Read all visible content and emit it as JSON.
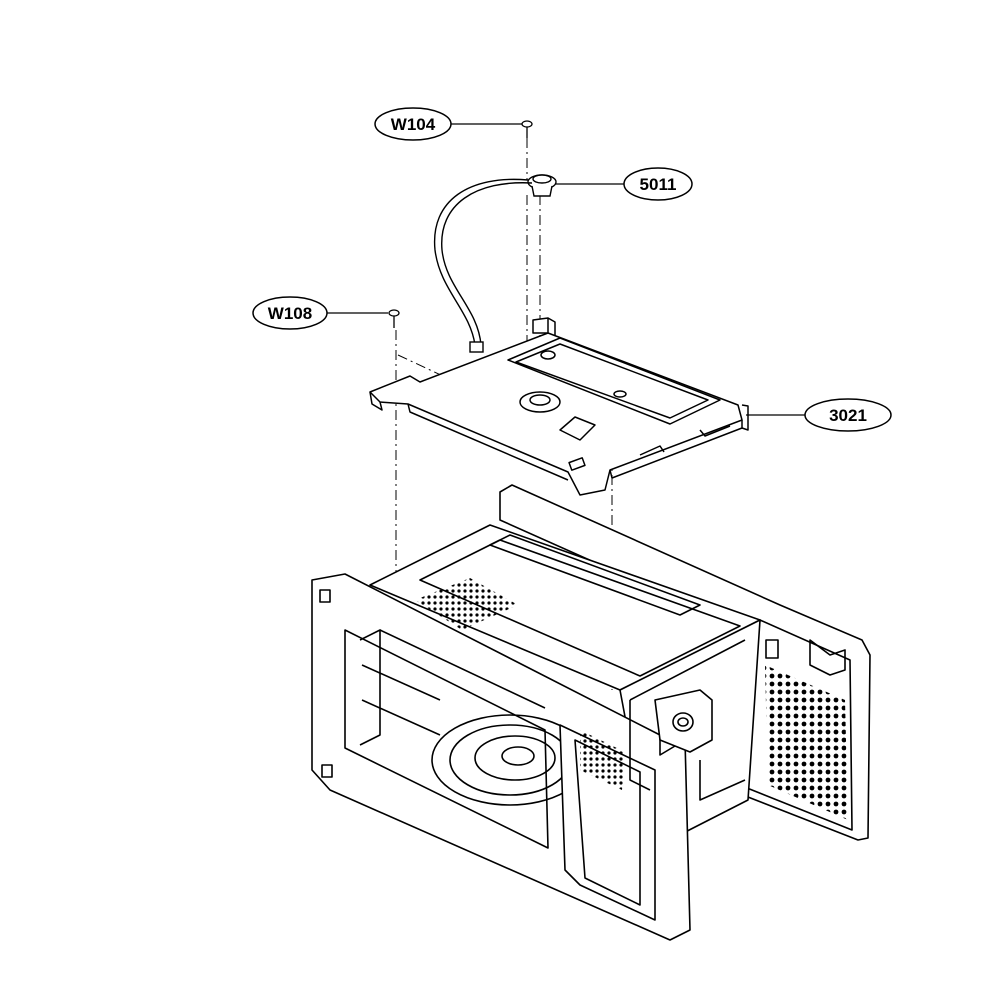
{
  "callouts": {
    "w104": "W104",
    "p5011": "5011",
    "w108": "W108",
    "p3021": "3021"
  },
  "colors": {
    "line": "#000000",
    "background": "#ffffff"
  }
}
